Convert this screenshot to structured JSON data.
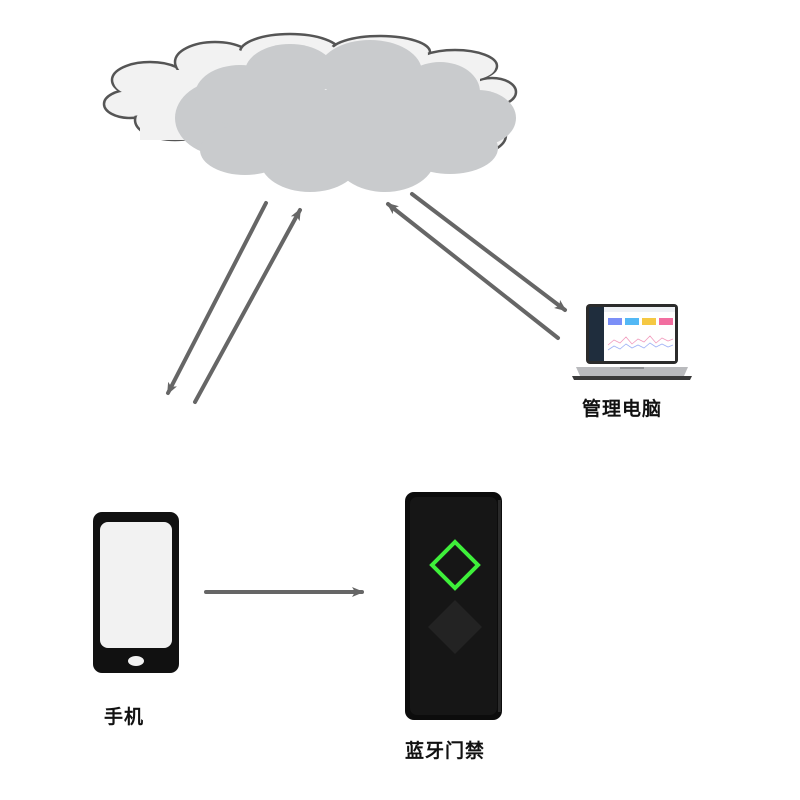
{
  "labels": {
    "computer": "管理电脑",
    "phone": "手机",
    "lock": "蓝牙门禁"
  },
  "colors": {
    "cloud_back": "#f2f2f2",
    "cloud_front": "#c9cbcd",
    "cloud_outline": "#555555",
    "arrow": "#666666",
    "device_body": "#111111",
    "phone_screen": "#f2f2f2",
    "lock_led": "#3ef03a",
    "laptop_screen_bg": "#ffffff",
    "laptop_sidebar": "#1f2d3d"
  },
  "icons": {
    "cloud": "cloud-icon",
    "laptop": "laptop-icon",
    "phone": "smartphone-icon",
    "lock": "bluetooth-access-reader-icon"
  }
}
